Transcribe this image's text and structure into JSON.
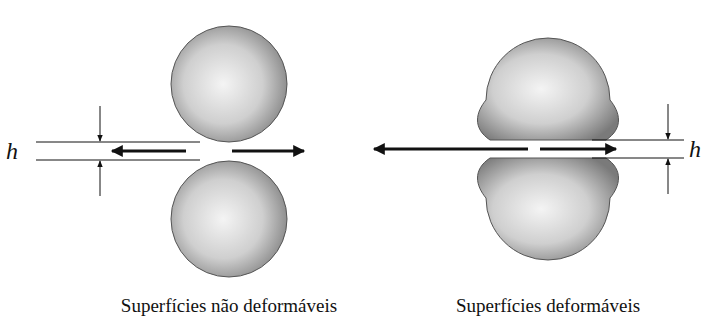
{
  "diagram": {
    "labels": [
      "h",
      "Superfícies não deformáveis",
      "h",
      "Superfícies deformáveis"
    ]
  }
}
